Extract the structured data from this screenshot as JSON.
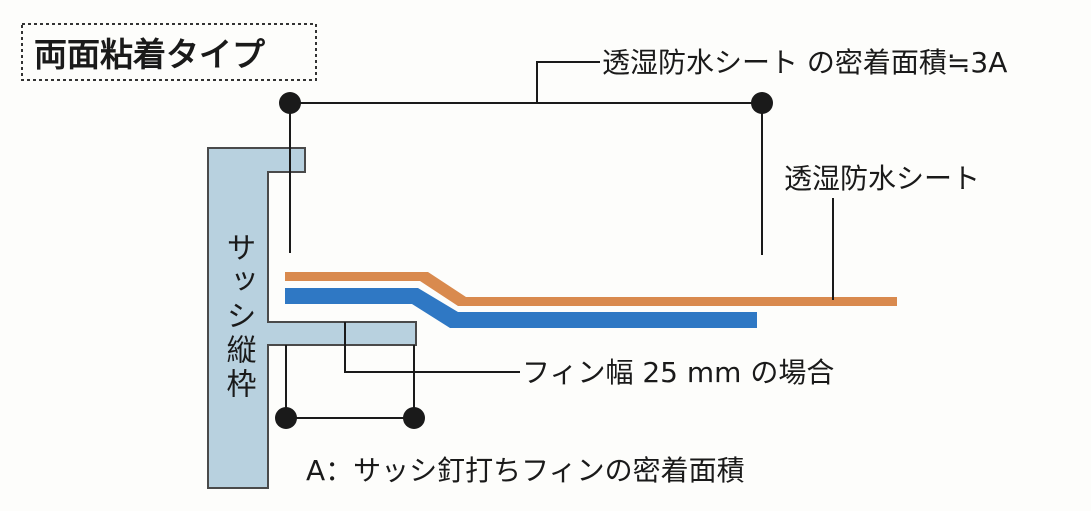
{
  "title": "両面粘着タイプ",
  "labels": {
    "area_3a": "透湿防水シート の密着面積≒3A",
    "sheet": "透湿防水シート",
    "fin_width": "フィン幅 25 mm の場合",
    "area_a": "A：サッシ釘打ちフィンの密着面積",
    "frame": "サッシ縦枠"
  },
  "colors": {
    "frame_fill": "#b8d1df",
    "frame_stroke": "#4a4a4a",
    "sheet_orange": "#d98a4e",
    "sheet_blue": "#2f78c4",
    "line": "#1a1a1a"
  }
}
